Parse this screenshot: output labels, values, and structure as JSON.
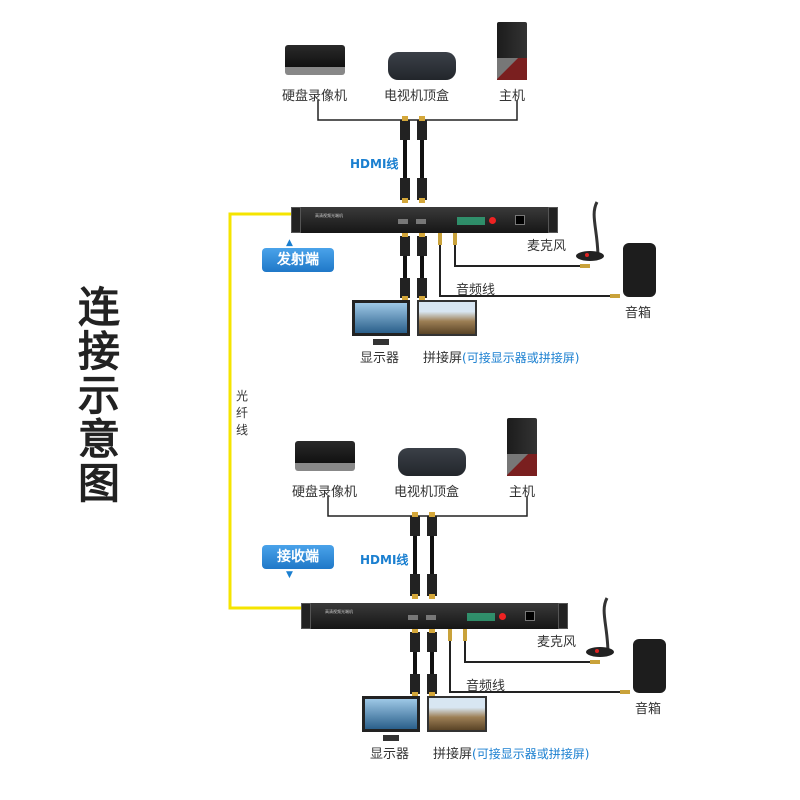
{
  "title": "连接示意图",
  "fiber_label": "光纤线",
  "colors": {
    "accent": "#1a7fd0",
    "fiber": "#f5e400"
  },
  "sections": [
    {
      "role": "发射端",
      "sources": [
        "硬盘录像机",
        "电视机顶盒",
        "主机"
      ],
      "hdmi": "HDMI线",
      "mic": "麦克风",
      "audio": "音频线",
      "speaker": "音箱",
      "display": "显示器",
      "wall": "拼接屏",
      "wall_note": "(可接显示器或拼接屏)",
      "device_name": "高清视频光端机"
    },
    {
      "role": "接收端",
      "sources": [
        "硬盘录像机",
        "电视机顶盒",
        "主机"
      ],
      "hdmi": "HDMI线",
      "mic": "麦克风",
      "audio": "音频线",
      "speaker": "音箱",
      "display": "显示器",
      "wall": "拼接屏",
      "wall_note": "(可接显示器或拼接屏)",
      "device_name": "高清视频光端机"
    }
  ]
}
